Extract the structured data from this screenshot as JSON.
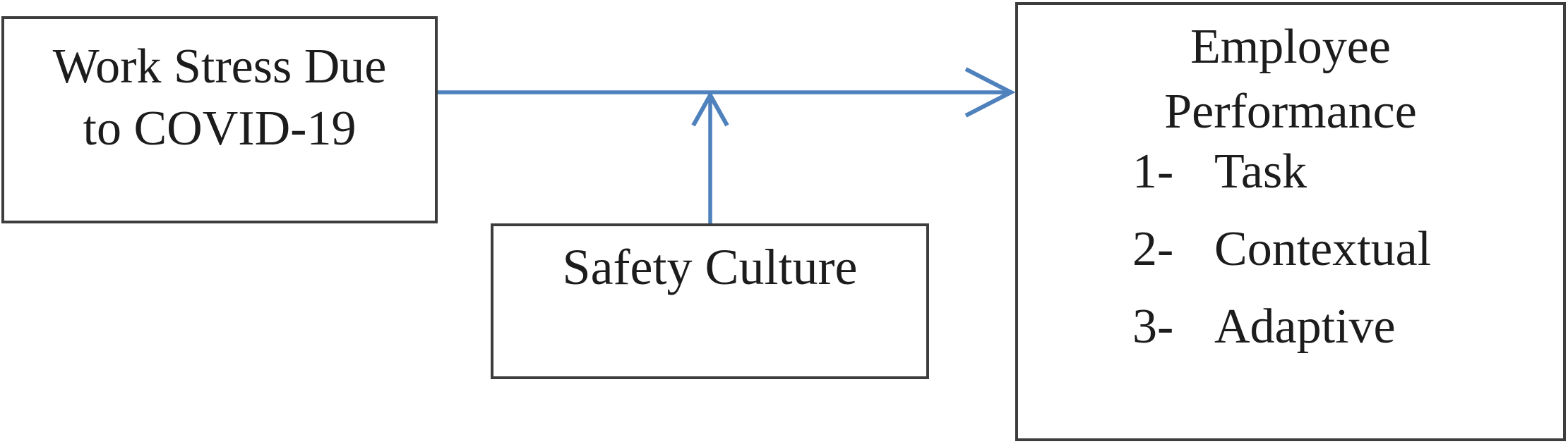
{
  "diagram": {
    "boxes": {
      "work_stress": {
        "title": "Work Stress Due to COVID-19",
        "title_lines": [
          "Work Stress Due",
          "to COVID-19"
        ]
      },
      "safety_culture": {
        "label": "Safety Culture"
      },
      "employee_performance": {
        "title": "Employee Performance",
        "title_lines": [
          "Employee",
          "Performance"
        ],
        "items": [
          {
            "num": "1-",
            "label": "Task"
          },
          {
            "num": "2-",
            "label": "Contextual"
          },
          {
            "num": "3-",
            "label": "Adaptive"
          }
        ]
      }
    },
    "relationships": [
      {
        "from": "Work Stress Due to COVID-19",
        "to": "Employee Performance",
        "type": "direct-effect-arrow"
      },
      {
        "from": "Safety Culture",
        "to": "direct-effect-arrow",
        "type": "moderator-arrow"
      }
    ],
    "colors": {
      "arrow_blue": "#4f81bd",
      "box_border": "#3d3d3d",
      "text": "#1c1c1c",
      "background": "#ffffff"
    }
  }
}
